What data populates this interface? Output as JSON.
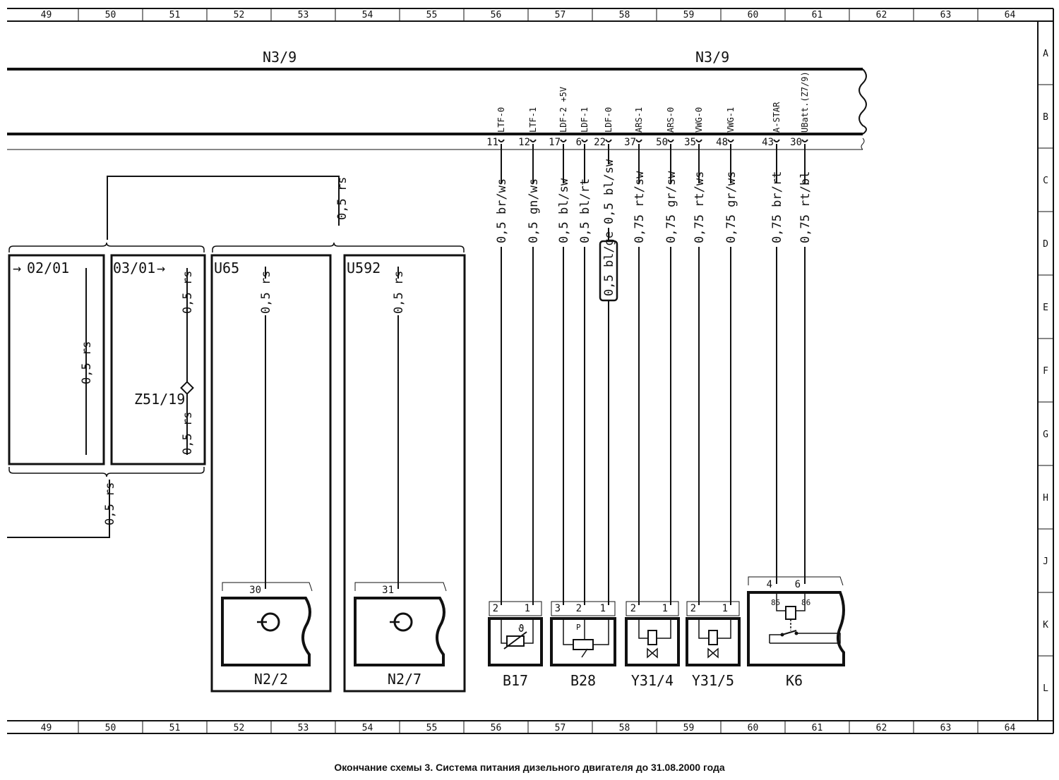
{
  "caption": "Окончание схемы 3. Система питания дизельного двигателя до 31.08.2000 года",
  "grid": {
    "columns": [
      "49",
      "50",
      "51",
      "52",
      "53",
      "54",
      "55",
      "56",
      "57",
      "58",
      "59",
      "60",
      "61",
      "62",
      "63",
      "64"
    ],
    "rows": [
      "A",
      "B",
      "C",
      "D",
      "E",
      "F",
      "G",
      "H",
      "J",
      "K",
      "L"
    ]
  },
  "control_unit": {
    "label_left": "N3/9",
    "label_right": "N3/9",
    "pins": [
      {
        "pin": "11",
        "signal": "LTF-0",
        "wire": "0,5 br/ws"
      },
      {
        "pin": "12",
        "signal": "LTF-1",
        "wire": "0,5 gn/ws"
      },
      {
        "pin": "17",
        "signal": "LDF-2 +5V",
        "wire": "0,5 bl/sw"
      },
      {
        "pin": "6",
        "signal": "LDF-1",
        "wire": "0,5 bl/rt"
      },
      {
        "pin": "22",
        "signal": "LDF-0",
        "wire": "0,5 bl/sw"
      },
      {
        "pin": "37",
        "signal": "ARS-1",
        "wire": "0,75 rt/sw"
      },
      {
        "pin": "50",
        "signal": "ARS-0",
        "wire": "0,75 gr/sw"
      },
      {
        "pin": "35",
        "signal": "VWG-0",
        "wire": "0,75 rt/ws"
      },
      {
        "pin": "48",
        "signal": "VWG-1",
        "wire": "0,75 gr/ws"
      },
      {
        "pin": "43",
        "signal": "A-STAR",
        "wire": "0,75 br/rt"
      },
      {
        "pin": "30",
        "signal": "UBatt.(Z7/9)",
        "wire": "0,75 rt/bl"
      }
    ],
    "highlight_wire": "0,5 bl/ge"
  },
  "left_blocks": {
    "top_wire": "0,5 rs",
    "ref_02": "02/01",
    "ref_03": "03/01",
    "wire_02": "0,5 rs",
    "wire_03_top": "0,5 rs",
    "wire_03_bottom": "0,5 rs",
    "splice": "Z51/19",
    "bottom_wire": "0,5 rs"
  },
  "connectors": [
    {
      "tag": "U65",
      "wire": "0,5 rs",
      "pin": "30",
      "name": "N2/2"
    },
    {
      "tag": "U592",
      "wire": "0,5 rs",
      "pin": "31",
      "name": "N2/7"
    }
  ],
  "components": [
    {
      "name": "B17",
      "pins": [
        "2",
        "1"
      ]
    },
    {
      "name": "B28",
      "pins": [
        "3",
        "2",
        "1"
      ],
      "inner": "P"
    },
    {
      "name": "Y31/4",
      "pins": [
        "2",
        "1"
      ]
    },
    {
      "name": "Y31/5",
      "pins": [
        "2",
        "1"
      ]
    },
    {
      "name": "K6",
      "pins": [
        "4",
        "6"
      ],
      "relay_pins": [
        "85",
        "86"
      ]
    }
  ]
}
